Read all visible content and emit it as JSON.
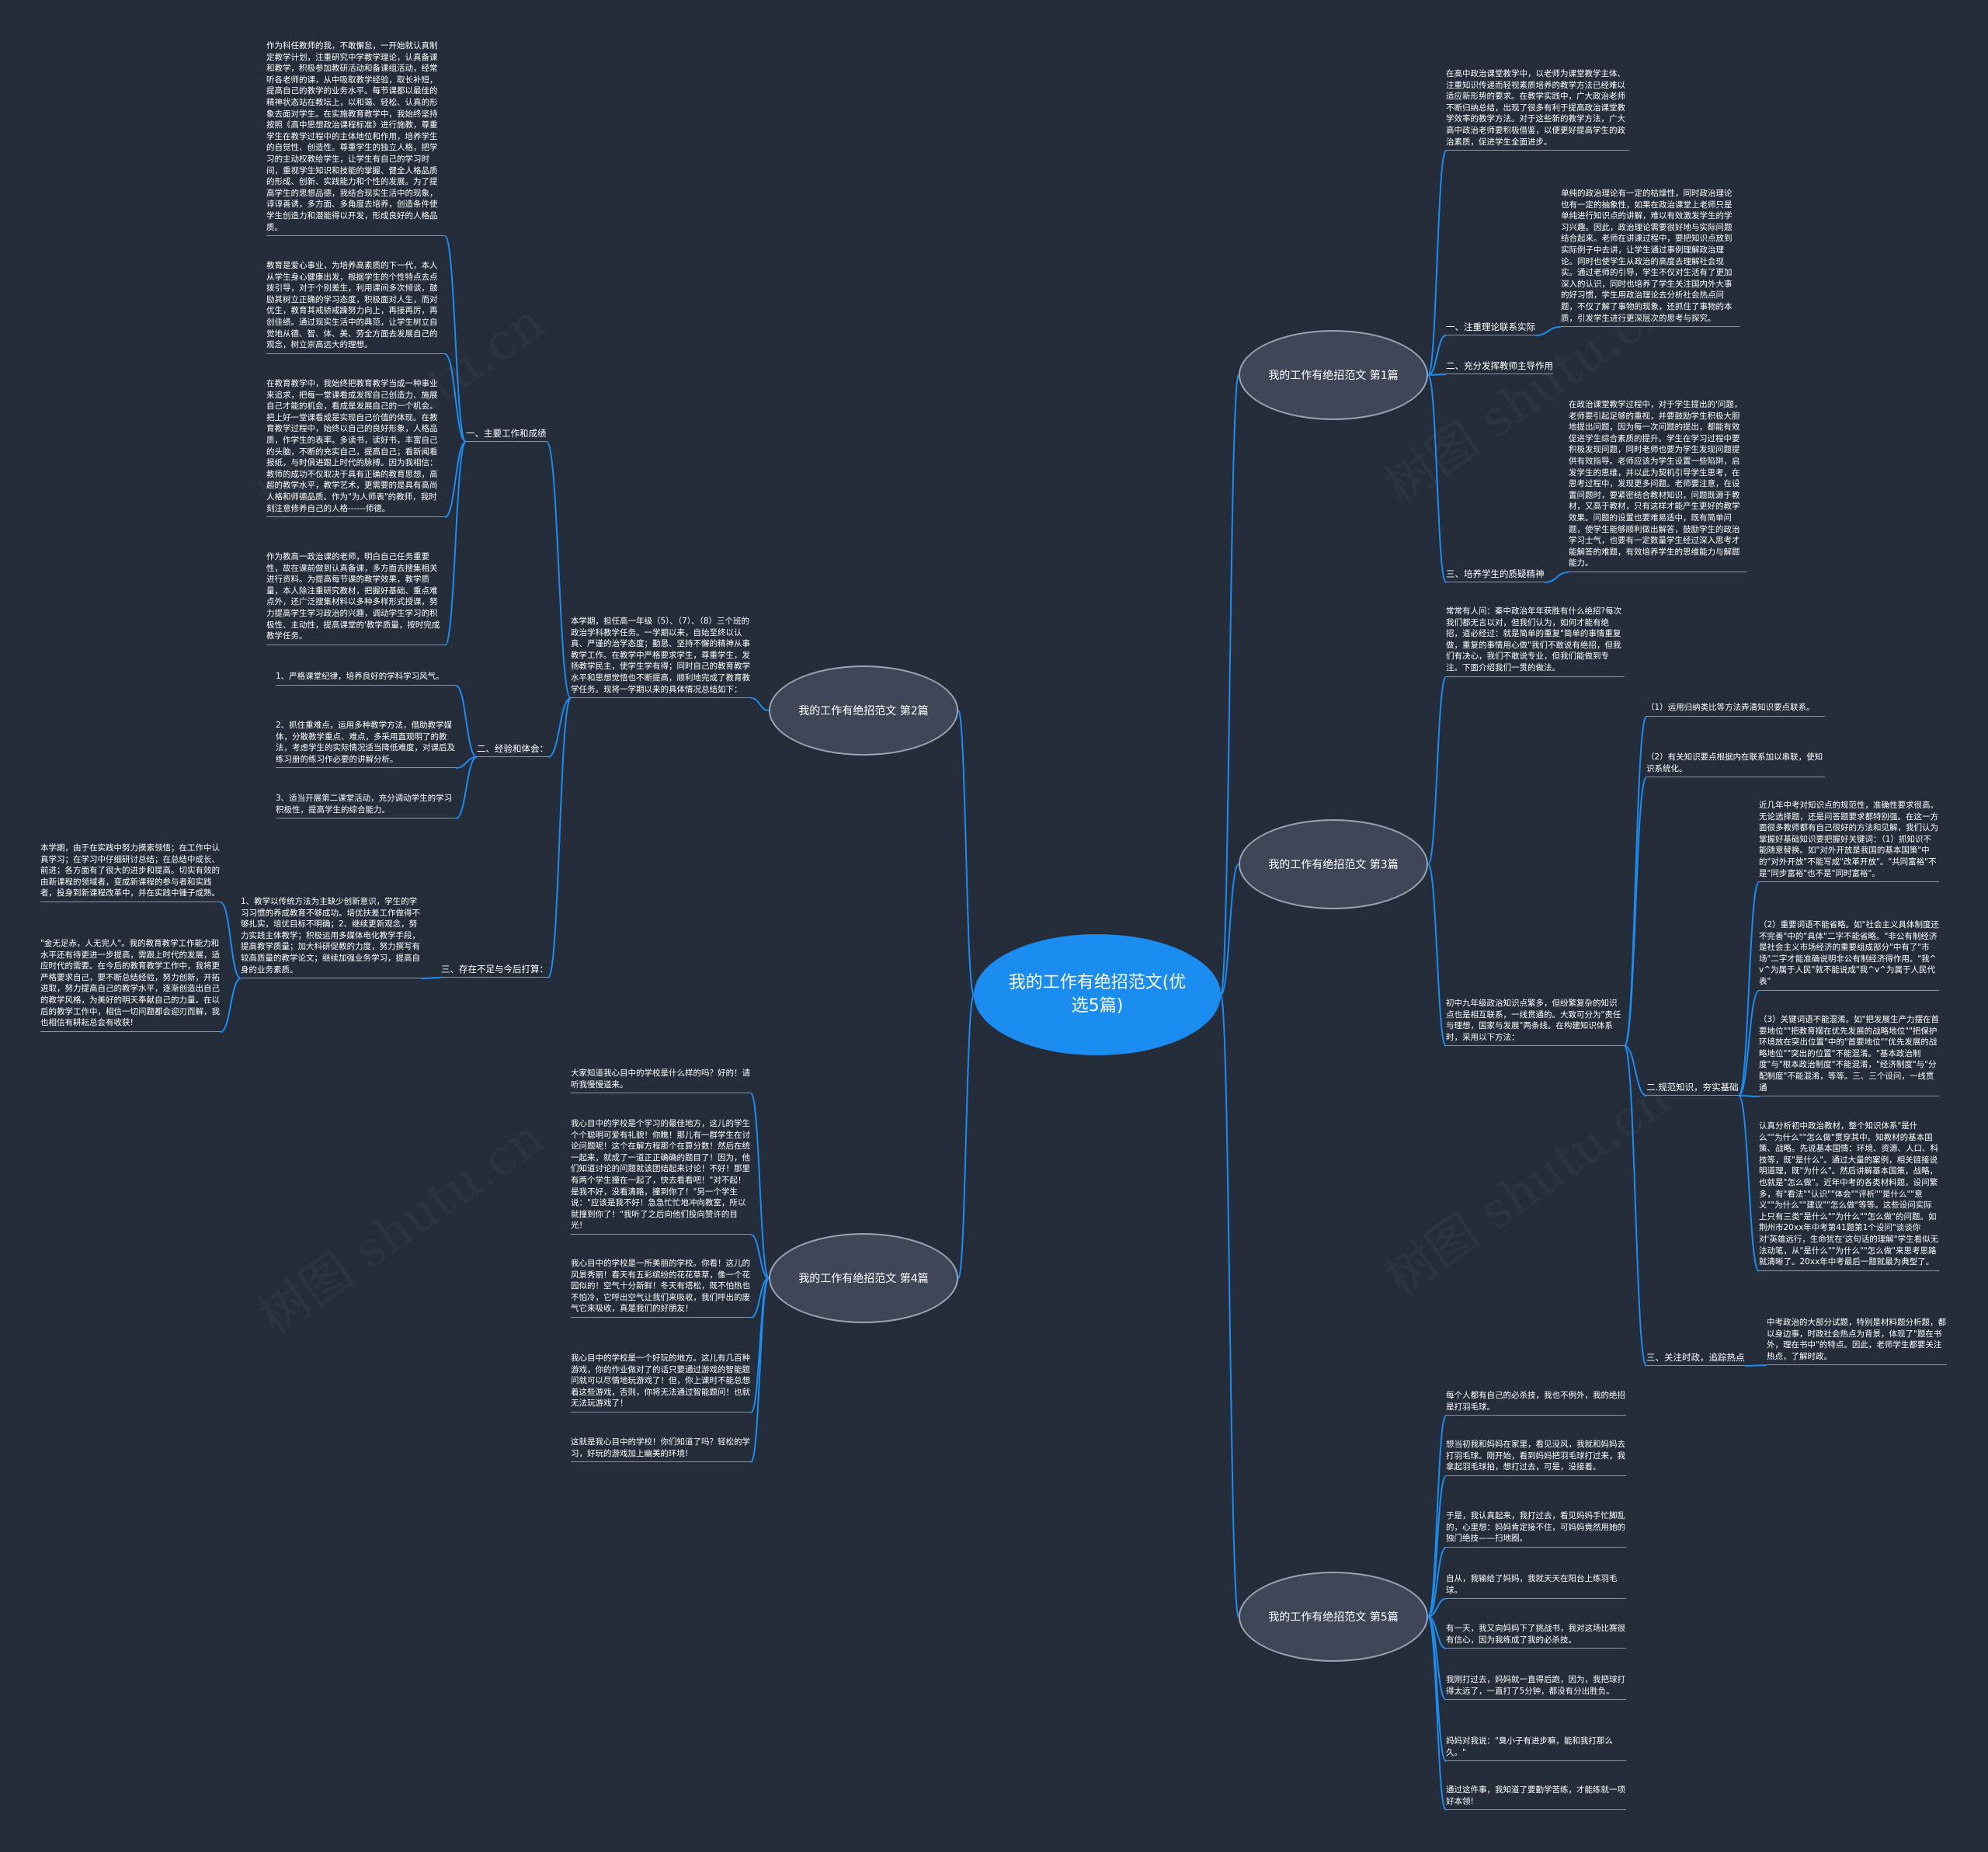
{
  "watermark": "树图 shutu.cn",
  "center": "我的工作有绝招范文(优选5篇)",
  "b1": {
    "title": "我的工作有绝招范文 第1篇",
    "intro": "在高中政治课堂教学中，以老师为课堂教学主体、注重知识传递而轻视素质培养的教学方法已经难以适应新形势的要求。在教学实践中，广大政治老师不断归纳总结，出现了很多有利于提高政治课堂教学效率的教学方法。对于这些新的教学方法，广大高中政治老师要积极借鉴，以便更好提高学生的政治素质，促进学生全面进步。",
    "s1": "一、注重理论联系实际",
    "s1_text": "单纯的政治理论有一定的枯燥性，同时政治理论也有一定的抽象性，如果在政治课堂上老师只是单纯进行知识点的讲解，难以有效激发学生的学习兴趣。因此，政治理论需要很好地与实际问题结合起来。老师在讲课过程中，要把知识点放到实际例子中去讲，让学生通过事例理解政治理论。同时也使学生从政治的高度去理解社会现实。通过老师的引导，学生不仅对生活有了更加深入的认识，同时也培养了学生关注国内外大事的好习惯，学生用政治理论去分析社会热点问题，不仅了解了事物的现象，还抓住了事物的本质，引发学生进行更深层次的思考与探究。",
    "s2": "二、充分发挥教师主导作用",
    "s3": "三、培养学生的质疑精神",
    "s3_text": "在政治课堂教学过程中，对于学生提出的'问题，老师要引起足够的重视，并要鼓励学生积极大胆地提出问题，因为每一次问题的提出，都能有效促进学生综合素质的提升。学生在学习过程中要积极发现问题，同时老师也要为学生发现问题提供有效指导。老师应该为学生设置一些陷阱，启发学生的思维，并以此为契机引导学生思考，在思考过程中，发现更多问题。老师要注意，在设置问题时，要紧密结合教材知识，问题既源于教材，又高于教材，只有这样才能产生更好的教学效果。问题的设置也要难易适中，既有简单问题，使学生能够顺利做出解答，鼓励学生的政治学习士气，也要有一定数量学生经过深入思考才能解答的难题，有效培养学生的思维能力与解题能力。"
  },
  "b2": {
    "title": "我的工作有绝招范文 第2篇",
    "intro": "本学期，担任高一年级（5）、（7）、（8）三个班的政治学科教学任务。一学期以来，自始至终以认真、严谨的治学态度；勤恳、坚持不懈的精神从事教学工作。在教学中严格要求学生，尊重学生，发扬教学民主，使学生学有得；同时自己的教育教学水平和思想觉悟也不断提高，顺利地完成了教育教学任务。现将一学期以来的具体情况总结如下：",
    "s1": "一、主要工作和成绩",
    "s1_items": [
      "作为科任教师的我，不敢懈怠，一开始就认真制定教学计划，注重研究中学教学理论，认真备课和教学，积极参加教研活动和备课组活动，经常听各老师的课，从中吸取教学经验，取长补短，提高自己的教学的业务水平。每节课都以最佳的精神状态站在教坛上，以和蔼、轻松、认真的形象去面对学生。在实施教育教学中，我始终坚持按照《高中思想政治课程标准》进行施教，尊重学生在教学过程中的主体地位和作用，培养学生的自觉性、创造性。尊重学生的独立人格，把学习的主动权教给学生，让学生有自己的学习时间，重视学生知识和技能的掌握、健全人格品质的形成、创新、实践能力和个性的发展。为了提高学生的思想品德，我结合现实生活中的现象，谆谆善诱，多方面、多角度去培养，创造条件使学生创造力和潜能得以开发，形成良好的人格品质。",
      "教育是爱心事业，为培养高素质的下一代，本人从学生身心健康出发，根据学生的个性特点去点拨引导，对于个别差生，利用课间多次倾谈，鼓励其树立正确的学习态度，积极面对人生，而对优生，教育其戒骄戒躁努力向上，再接再厉，再创佳绩。通过现实生活中的典范，让学生树立自觉地从德、智、体、美、劳全方面去发展自己的观念，树立崇高远大的理想。",
      "在教育教学中，我始终把教育教学当成一种事业来追求，把每一堂课看成发挥自己创造力、施展自己才能的机会，看成是发展自己的一个机会。把上好一堂课看成是实现自己价值的体现。在教育教学过程中，始终以自己的良好形象，人格品质，作学生的表率。多读书，读好书，丰富自己的头脑，不断的充实自己，提高自己；看新闻看报纸，与时俱进跟上时代的脉搏。因为我相信：教师的成功不仅取决于具有正确的教育思想，高超的教学水平，教学艺术，更需要的是具有高尚人格和师德品质。作为\"为人师表\"的教师，我时刻注意修养自己的人格------师德。",
      "作为教高一政治课的老师，明白自己任务重要性，故在课前做到认真备课，多方面去搜集相关进行资料。为提高每节课的教学效果，教学质量，本人除注重研究教材，把握好基础、重点难点外，还广泛搜集材料以多种多样形式授课，努力提高学生学习政治的兴趣，调动学生学习的积极性、主动性，提高课堂的'教学质量，按时完成教学任务。"
    ],
    "s2": "二、经验和体会：",
    "s2_items": [
      "1、严格课堂纪律，培养良好的学科学习风气。",
      "2、抓住重难点，运用多种教学方法，借助教学媒体，分散教学重点、难点，多采用直观明了的教法，考虑学生的实际情况适当降低难度，对课后及练习册的练习作必要的讲解分析。",
      "3、适当开展第二课堂活动，充分调动学生的学习积极性，提高学生的综合能力。"
    ],
    "s3": "三、存在不足与今后打算：",
    "s3_intro": "1、教学以传统方法为主缺少创新意识，学生的学习习惯的养成教育不够成功。培优扶差工作做得不够扎实，培优目标不明确；2、继续更新观念，努力实践主体教学；积极运用多媒体电化教学手段，提高教学质量；加大科研促教的力度，努力撰写有较高质量的教学论文；继续加强业务学习，提高自身的业务素质。",
    "s3_items": [
      "本学期，由于在实践中努力摸索领悟；在工作中认真学习；在学习中仔细研讨总结；在总结中成长、前进；各方面有了很大的进步和提高。切实有效的由新课程的领域者，变成新课程的参与者和实践者，投身到新课程改革中，并在实践中锤子成熟。",
      "\"金无足赤，人无完人\"。我的教育教学工作能力和水平还有待更进一步提高，需跟上时代的发展，适应时代的需要。在今后的教育教学工作中，我将更严格要求自己，要不断总结经验，努力创新，开拓进取，努力提高自己的教学水平，逐渐创造出自己的教学风格，为美好的明天奉献自己的力量。在以后的教学工作中，相信一切问题都会迎刃而解，我也相信有耕耘总会有收获!"
    ]
  },
  "b3": {
    "title": "我的工作有绝招范文 第3篇",
    "intro": "常常有人问：秦中政治年年获胜有什么绝招?每次我们都无言以对，但我们认为，如何才能有绝招，道必经过：就是简单的重复\"简单的事情重复做，重复的事情用心做\"我们不敢说有绝招，但我们有决心，我们不敢说专业，但我们能做到专注。下面介绍我们一贯的做法。",
    "s1_intro": "初中九年级政治知识点繁多，但纷繁复杂的知识点也是相互联系，一线贯通的。大致可分为\"责任与理想，国家与发展\"两条线。在构建知识体系时，采用以下方法：",
    "top_items": [
      "（1）运用归纳类比等方法弄清知识要点联系。",
      "（2）有关知识要点根据内在联系加以串联，使知识系统化。"
    ],
    "s2": "二.规范知识，夯实基础",
    "s2_items": [
      "近几年中考对知识点的规范性，准确性要求很高。无论选择题，还是问答题要求都特别强。在这一方面很多教师都有自己很好的方法和见解，我们认为掌握好基础知识要把握好关键词：（1）抓知识不能随意替换。如\"对外开放是我国的基本国策\"中的\"对外开放\"不能写成\"改革开放\"。\"共同富裕\"不是\"同步富裕\"也不是\"同时富裕\"。",
      "（2）重要词语不能省略。如\"社会主义具体制度还不完善\"中的\"具体\"二字不能省略。\"非公有制经济是社会主义市场经济的重要组成部分\"中有了\"市场\"二字才能准确说明非公有制经济得作用。\"我^v^为属于人民\"就不能说成\"我^v^为属于人民代表\"",
      "（3）关键词语不能混淆。如\"把发展生产力摆在首要地位\"\"把教育摆在优先发展的战略地位\"\"把保护环境放在突出位置\"中的\"首要地位\"\"优先发展的战略地位\"\"突出的位置\"不能混淆。\"基本政治制度\"与\"根本政治制度\"不能混淆，\"经济制度\"与\"分配制度\"不能混淆，等等。三、三个设问，一线贯通",
      "认真分析初中政治教材，整个知识体系\"是什么\"\"为什么\"\"怎么做\"贯穿其中。知教材的基本国策、战略。先说基本国情：环境、资源、人口、科技等，既\"是什么\"。通过大量的案例，相关链接说明道理，既\"为什么\"。然后讲解基本国策，战略，也就是\"怎么做\"。近年中考的各类材料题，设问繁多，有\"看法\"\"认识\"\"体会\"\"评析\"\"是什么\"\"意义\"\"为什么\"\"建议\"\"怎么做\"等等。这些设问实际上只有三类\"是什么\"\"为什么\"\"怎么做\"的问题。如荆州市20xx年中考第41题第1个设问\"谈谈你对'英雄远行，生命犹在'这句话的理解\"学生看似无法动笔，从\"是什么\"\"为什么\"\"怎么做\"来思考思路就清晰了。20xx年中考最后一题就最为典型了。"
    ],
    "s3": "三、关注时政，追踪热点",
    "s3_text": "中考政治的大部分试题，特别是材料题分析题，都以身边事，时政社会热点为背景，体现了\"题在书外，理在书中\"的特点。因此，老师学生都要关注热点，了解时政。"
  },
  "b4": {
    "title": "我的工作有绝招范文 第4篇",
    "items": [
      "大家知道我心目中的学校是什么样的吗？好的！请听我慢慢道来。",
      "我心目中的学校是个学习的最佳地方，这儿的学生个个聪明可爱有礼貌！你瞧！那儿有一群学生在讨论问题呢！这个在解方程那个在算分数！然后在统一起来，就成了一道正正确确的题目了！因为，他们知道讨论的问题就该团结起来讨论！不好！那里有两个学生撞在一起了，快去看看吧！\"对不起！是我不好，没看清路，撞到你了！\"另一个学生说：\"应该是我不好！急急忙忙地冲向教室，所以就撞到你了！\"我听了之后向他们投向赞许的目光！",
      "我心目中的学校是一所美丽的学校。你看！这儿的风景秀丽！春天有五彩缤纷的花花草草，像一个花园似的！空气十分新鲜！冬天有塔松，既不怕热也不怕冷，它呼出空气让我们来吸收，我们呼出的废气它来吸收，真是我们的好朋友！",
      "我心目中的学校是一个好玩的地方。这儿有几百种游戏，你的作业做对了的话只要通过游戏的智能题问就可以尽情地玩游戏了！但，你上课时不能总想着这些游戏，否则，你将无法通过智能题问！也就无法玩游戏了！",
      "这就是我心目中的学校！你们知道了吗？轻松的学习，好玩的游戏加上幽美的环境!"
    ]
  },
  "b5": {
    "title": "我的工作有绝招范文 第5篇",
    "items": [
      "每个人都有自己的必杀技，我也不例外，我的绝招是打羽毛球。",
      "想当初我和妈妈在家里，看见没风，我就和妈妈去打羽毛球。刚开始，看到妈妈把羽毛球打过来，我拿起羽毛球拍，想打过去，可是，没接着。",
      "于是，我认真起来，我打过去，看见妈妈手忙脚乱的，心里想：妈妈肯定接不住，可妈妈竟然用她的独门绝技——扫地圈。",
      "自从，我输给了妈妈，我就天天在阳台上练羽毛球。",
      "有一天，我又向妈妈下了挑战书，我对这场比赛很有信心，因为我练成了我的必杀技。",
      "我刚打过去，妈妈就一直得后跑，因为，我把球打得太远了，一直打了5分钟，都没有分出胜负。",
      "妈妈对我说：\"臭小子有进步嘛，能和我打那么久。\"",
      "通过这件事，我知道了要勤学苦练，才能练就一项好本领!"
    ]
  }
}
